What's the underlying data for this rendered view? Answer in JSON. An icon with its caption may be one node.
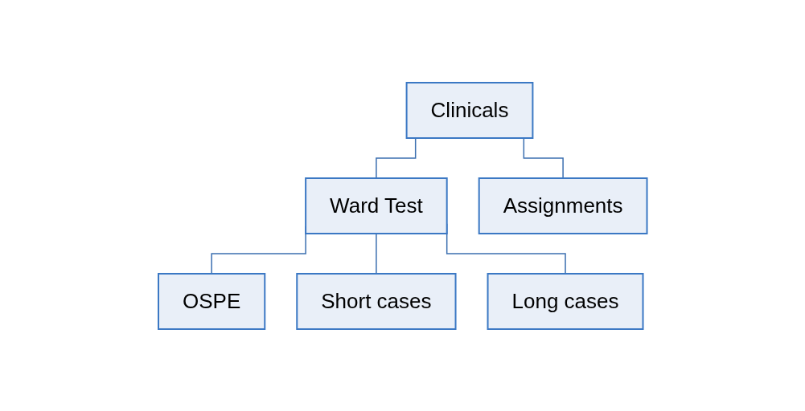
{
  "diagram": {
    "nodes": [
      {
        "text": [
          "Clinicals"
        ]
      },
      {
        "text": [
          "Ward Test"
        ]
      },
      {
        "text": [
          "Assignments"
        ]
      },
      {
        "text": [
          "OSPE"
        ]
      },
      {
        "text": [
          "Short cases"
        ]
      },
      {
        "text": [
          "Long cases"
        ]
      }
    ],
    "edges": [
      {
        "from": 0,
        "to": 1,
        "arrow": "none"
      },
      {
        "from": 0,
        "to": 2,
        "arrow": "none"
      },
      {
        "from": 1,
        "to": 3,
        "arrow": "none"
      },
      {
        "from": 1,
        "to": 4,
        "arrow": "none"
      },
      {
        "from": 1,
        "to": 5,
        "arrow": "none"
      }
    ]
  }
}
